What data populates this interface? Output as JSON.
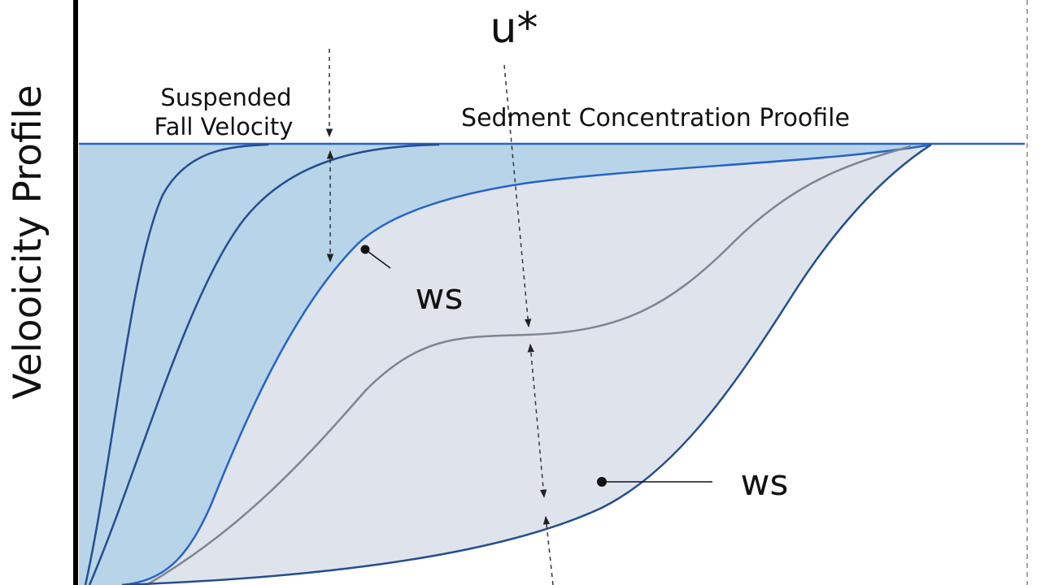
{
  "labels": {
    "y_axis": "Velooicity Profile",
    "velocity_label_line1": "Suspended",
    "velocity_label_line2": "Fall Velocity",
    "concentration_label": "Sedment Concentration Proofile",
    "shear_velocity": "u*",
    "ws_upper": "ws",
    "ws_lower": "ws"
  },
  "colors": {
    "axis": "#000000",
    "surface_line": "#2563c9",
    "velocity_fill": "#b7d4e9",
    "concentration_fill": "#dfe4ec",
    "dark_curve": "#244e8f",
    "mid_curve": "#2563c9",
    "gray_curve": "#7d8590",
    "dashed": "#333333"
  }
}
